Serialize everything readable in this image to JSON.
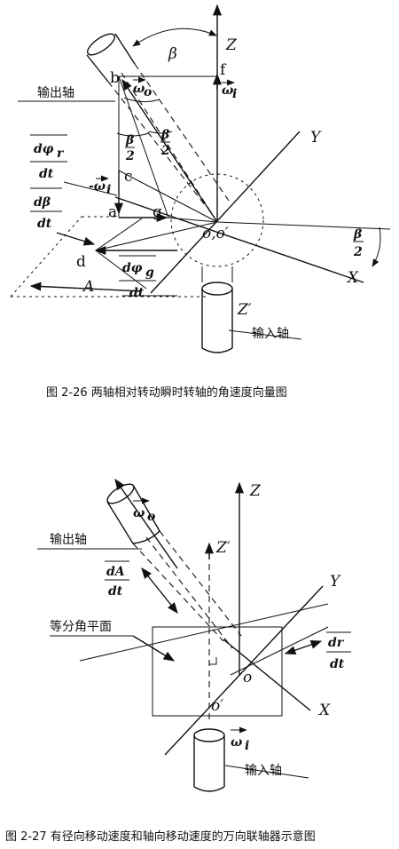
{
  "fig1": {
    "caption": "图 2-26 两轴相对转动瞬时转轴的角速度向量图",
    "output_shaft": "输出轴",
    "input_shaft": "输入轴",
    "axis_z": "Z",
    "axis_z_prime": "Z′",
    "axis_y": "Y",
    "axis_x": "X",
    "beta": "β",
    "half_beta_num": "β",
    "half_beta_den": "2",
    "omega_o": "ω",
    "omega_o_sub": "o",
    "omega_i": "ω",
    "omega_i_sub": "i",
    "neg_omega_i": "-ω",
    "neg_omega_i_sub": "i",
    "dphi_r_num": "dφ",
    "dphi_r_sub": "r",
    "dphi_r_den": "dt",
    "dbeta_num": "dβ",
    "dbeta_den": "dt",
    "dphi_g_num": "dφ",
    "dphi_g_sub": "g",
    "dphi_g_den": "dt",
    "A": "A",
    "point_a": "a",
    "point_b": "b",
    "point_c": "c",
    "point_d": "d",
    "point_f": "f",
    "point_g": "g",
    "origin": "o,o′"
  },
  "fig2": {
    "caption": "图 2-27 有径向移动速度和轴向移动速度的万向联轴器示意图",
    "output_shaft": "输出轴",
    "input_shaft": "输入轴",
    "bisector_plane": "等分角平面",
    "axis_z": "Z",
    "axis_z_prime": "Z′",
    "axis_y": "Y",
    "axis_x": "X",
    "omega_o": "ω",
    "omega_o_sub": "o",
    "omega_i": "ω",
    "omega_i_sub": "i",
    "dA_num": "dA",
    "dA_den": "dt",
    "dr_num": "dr",
    "dr_den": "dt",
    "origin_o": "o",
    "origin_o_prime": "o′"
  }
}
